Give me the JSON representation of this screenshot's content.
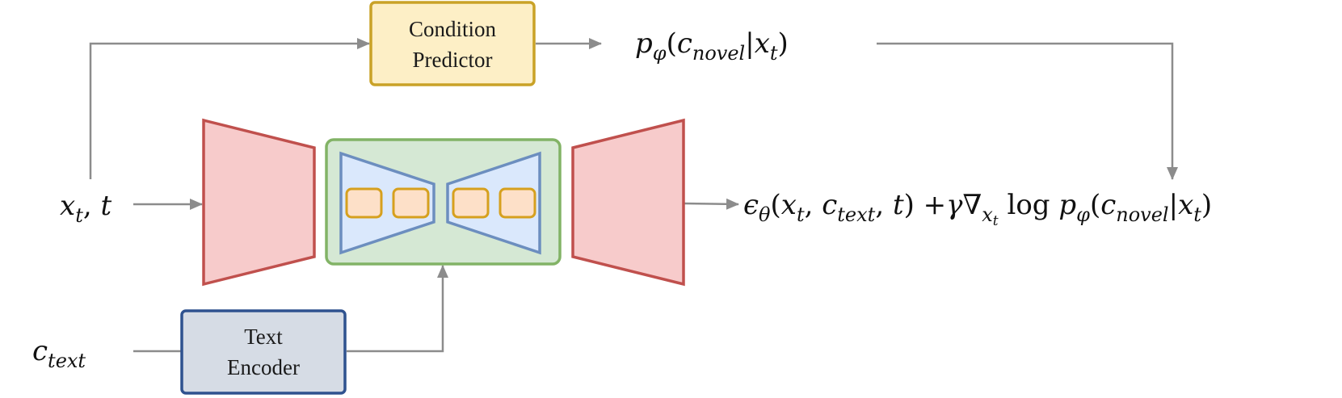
{
  "colors": {
    "arrow": "#8c8c8c",
    "condition_predictor_fill": "#fdefc6",
    "condition_predictor_stroke": "#c9a227",
    "text_encoder_fill": "#d6dce5",
    "text_encoder_stroke": "#2f528f",
    "encoder_decoder_fill": "#f7cbcb",
    "encoder_decoder_stroke": "#c0504d",
    "unet_block_fill": "#d5e8d4",
    "unet_block_stroke": "#82b366",
    "inner_trapezoid_fill": "#dae8fc",
    "inner_trapezoid_stroke": "#6c8ebf",
    "token_fill": "#fde0c8",
    "token_stroke": "#d6a01e"
  },
  "boxes": {
    "condition_predictor": [
      "Condition",
      "Predictor"
    ],
    "text_encoder": [
      "Text",
      "Encoder"
    ]
  },
  "labels": {
    "input": {
      "x": "x",
      "x_sub": "t",
      "sep": ", ",
      "t": "t"
    },
    "text_condition": {
      "c": "c",
      "c_sub": "text"
    },
    "predictor_output": {
      "p": "p",
      "p_sub": "φ",
      "open": "(",
      "c": "c",
      "c_sub": "novel",
      "bar": "|",
      "x": "x",
      "x_sub": "t",
      "close": ")"
    },
    "output": {
      "eps": "ϵ",
      "eps_sub": "θ",
      "open": "(",
      "x1": "x",
      "x1_sub": "t",
      "comma1": ", ",
      "c1": "c",
      "c1_sub": "text",
      "comma2": ", ",
      "t": "t",
      "close1": ")",
      "plus": " +",
      "gamma": "γ",
      "nabla": "∇",
      "nabla_sub_x": "x",
      "nabla_sub_t": "t",
      "log": " log ",
      "p": "p",
      "p_sub": "φ",
      "open2": "(",
      "c2": "c",
      "c2_sub": "novel",
      "bar": "|",
      "x2": "x",
      "x2_sub": "t",
      "close2": ")"
    }
  }
}
